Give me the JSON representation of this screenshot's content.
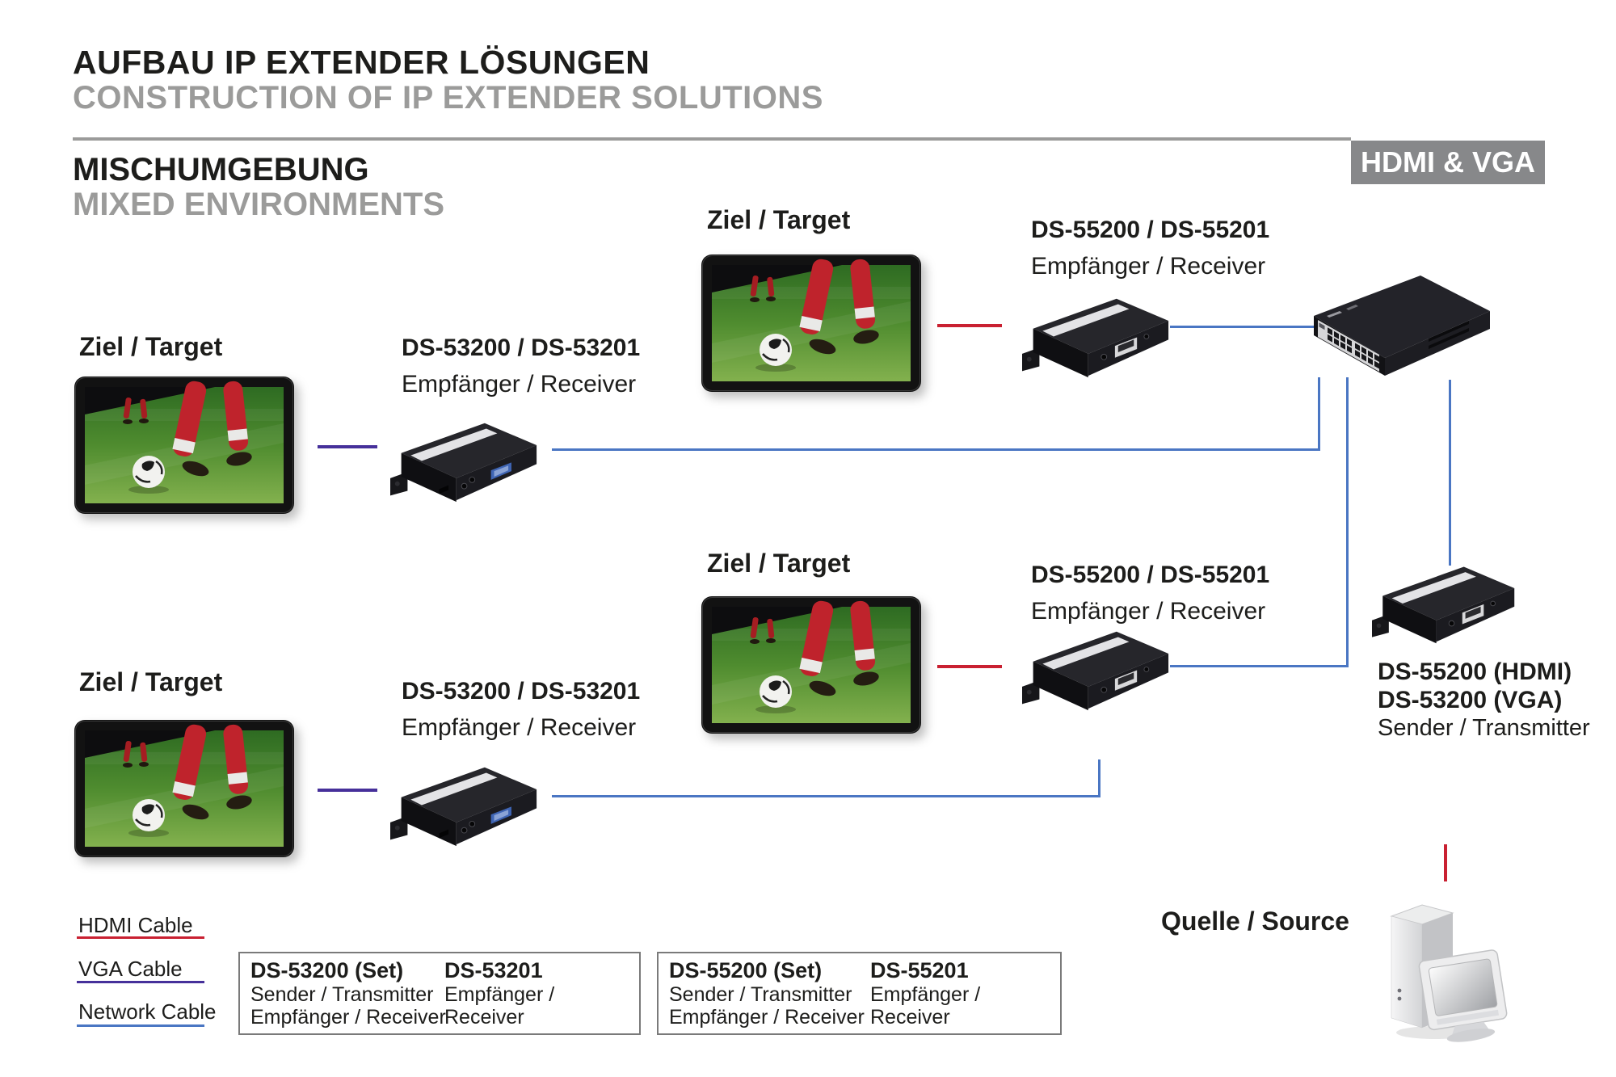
{
  "page": {
    "title_de": "AUFBAU IP EXTENDER LÖSUNGEN",
    "title_en": "CONSTRUCTION OF IP EXTENDER SOLUTIONS",
    "env_de": "MISCHUMGEBUNG",
    "env_en": "MIXED ENVIRONMENTS",
    "badge": "HDMI & VGA"
  },
  "labels": {
    "target": "Ziel / Target",
    "source": "Quelle / Source",
    "ds55_pair": "DS-55200 / DS-55201",
    "ds53_pair": "DS-53200 / DS-53201",
    "receiver": "Empfänger / Receiver",
    "tx_line1": "DS-55200 (HDMI)",
    "tx_line2": "DS-53200 (VGA)",
    "tx_line3": "Sender / Transmitter"
  },
  "legend": {
    "hdmi": "HDMI Cable",
    "vga": "VGA Cable",
    "network": "Network Cable"
  },
  "product_boxes": [
    {
      "col1_title": "DS-53200 (Set)",
      "col1_line1": "Sender / Transmitter",
      "col1_line2": "Empfänger / Receiver",
      "col2_title": "DS-53201",
      "col2_line1": "Empfänger / Receiver"
    },
    {
      "col1_title": "DS-55200 (Set)",
      "col1_line1": "Sender / Transmitter",
      "col1_line2": "Empfänger / Receiver",
      "col2_title": "DS-55201",
      "col2_line1": "Empfänger / Receiver"
    }
  ],
  "colors": {
    "hdmi": "#c92031",
    "vga": "#46309a",
    "network": "#4a76c3",
    "badge": "#87888a",
    "gray": "#9b9b9a"
  }
}
